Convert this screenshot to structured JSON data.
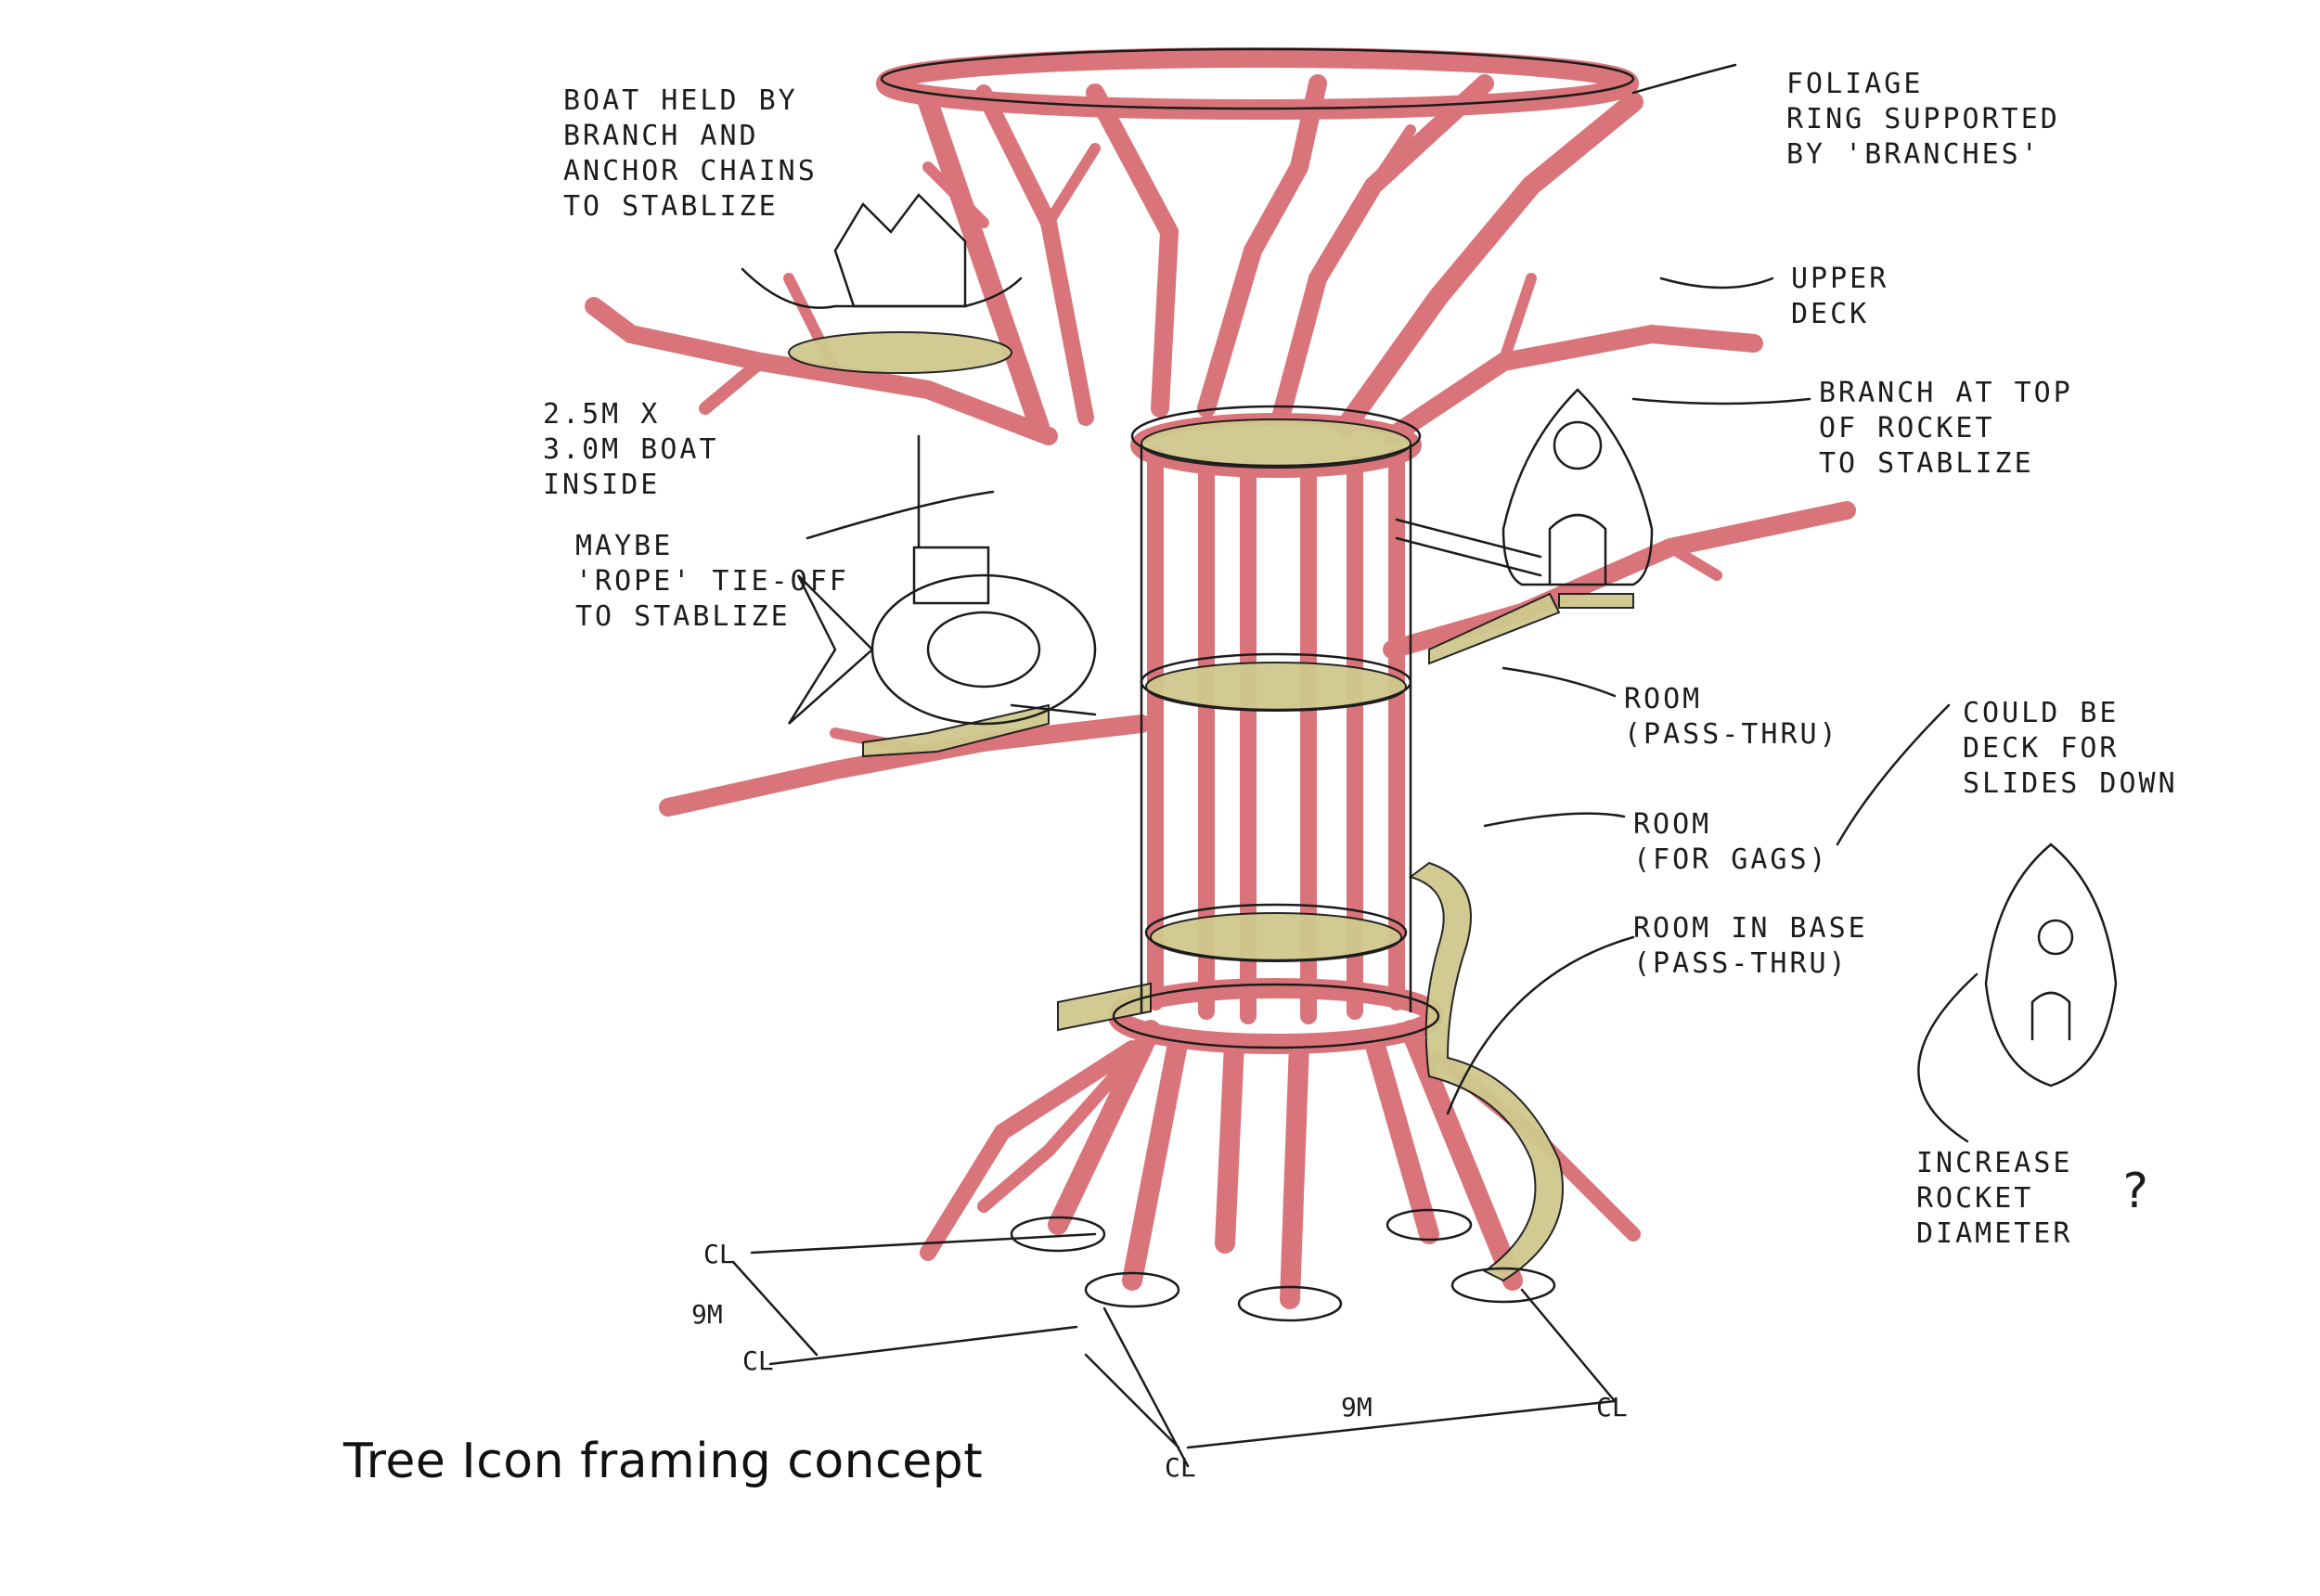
{
  "title": "Tree Icon framing concept",
  "annotations": {
    "boat": [
      "BOAT HELD BY",
      "BRANCH AND",
      "ANCHOR CHAINS",
      "TO STABLIZE"
    ],
    "foliage": [
      "FOLIAGE",
      "RING SUPPORTED",
      "BY 'BRANCHES'"
    ],
    "upper_deck": [
      "UPPER",
      "DECK"
    ],
    "branch_rocket": [
      "BRANCH AT TOP",
      "OF ROCKET",
      "TO STABLIZE"
    ],
    "boat_size": [
      "2.5M X",
      "3.0M BOAT",
      "INSIDE"
    ],
    "rope": [
      "MAYBE",
      "'ROPE' TIE-OFF",
      "TO STABLIZE"
    ],
    "room_pass": [
      "ROOM",
      "(PASS-THRU)"
    ],
    "deck_slides": [
      "COULD BE",
      "DECK FOR",
      "SLIDES DOWN"
    ],
    "room_gags": [
      "ROOM",
      "(FOR GAGS)"
    ],
    "room_base": [
      "ROOM IN BASE",
      "(PASS-THRU)"
    ],
    "rocket_diameter": [
      "INCREASE",
      "ROCKET",
      "DIAMETER",
      "?"
    ]
  },
  "dimensions": {
    "cl": "CL",
    "width": "9M",
    "depth": "9M"
  },
  "colors": {
    "ink": "#1c1c1c",
    "frame_red": "#d9757a",
    "deck_olive": "#cfc98e"
  }
}
